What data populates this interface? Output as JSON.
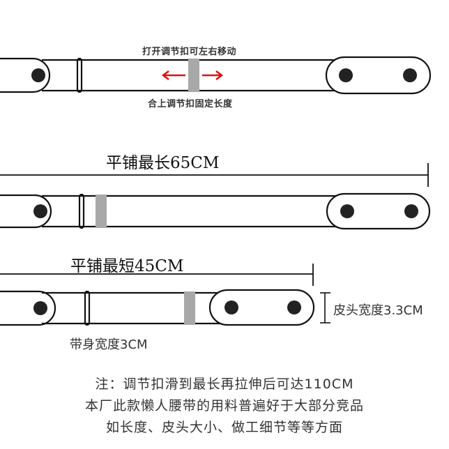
{
  "diagram": {
    "subject": "belt size illustration",
    "colors": {
      "outline": "#111111",
      "buckle": "#a8a8a8",
      "arrow": "#e01010",
      "hole": "#222222",
      "background": "#ffffff"
    },
    "belt_open": {
      "label_top": "打开调节扣可左右移动",
      "label_bottom": "合上调节扣固定长度",
      "arrow_icon": "left-right-arrow"
    },
    "belt_longest": {
      "label": "平铺最长65CM"
    },
    "belt_shortest": {
      "label": "平铺最短45CM",
      "body_width_label": "带身宽度3CM",
      "head_width_label": "皮头宽度3.3CM"
    },
    "notes": [
      "注：调节扣滑到最长再拉伸后可达110CM",
      "本厂此款懒人腰带的用料普遍好于大部分竞品",
      "如长度、皮头大小、做工细节等等方面"
    ]
  }
}
